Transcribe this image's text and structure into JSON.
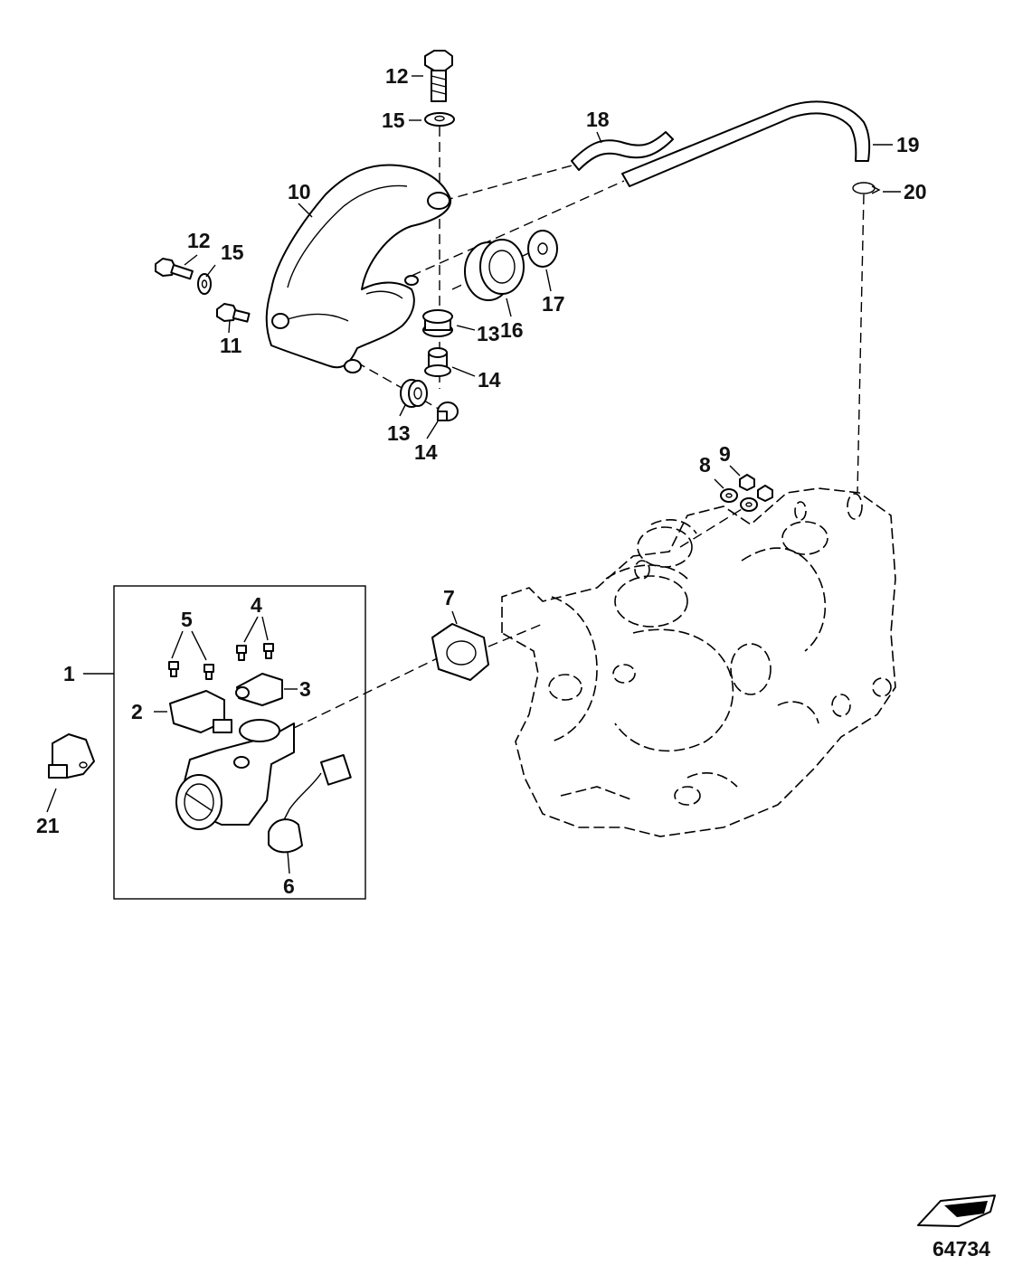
{
  "figure": {
    "id_number": "64734",
    "callouts": {
      "c1": "1",
      "c2": "2",
      "c3": "3",
      "c4": "4",
      "c5": "5",
      "c6": "6",
      "c7": "7",
      "c8": "8",
      "c9": "9",
      "c10": "10",
      "c11": "11",
      "c12a": "12",
      "c12b": "12",
      "c13a": "13",
      "c13b": "13",
      "c14a": "14",
      "c14b": "14",
      "c15a": "15",
      "c15b": "15",
      "c16": "16",
      "c17": "17",
      "c18": "18",
      "c19": "19",
      "c20": "20",
      "c21": "21"
    }
  }
}
